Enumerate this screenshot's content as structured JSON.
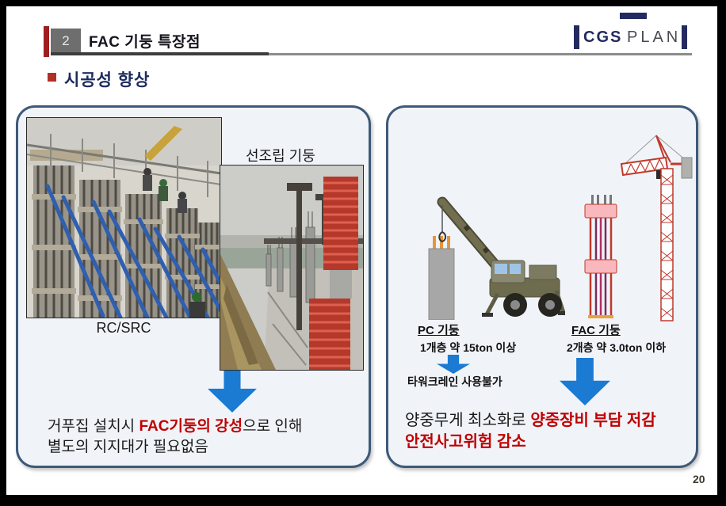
{
  "header": {
    "section_number": "2",
    "title": "FAC 기둥 특장점"
  },
  "logo": {
    "cgs": "CGS",
    "plan": "PLAN"
  },
  "section_heading": "시공성 향상",
  "left_panel": {
    "prefab_label": "선조립 기둥",
    "rc_src_label": "RC/SRC",
    "caption": {
      "part1": "거푸집 설치시 ",
      "highlight": "FAC기둥의 강성",
      "part2": "으로 인해",
      "line2": "별도의 지지대가 필요없음"
    }
  },
  "right_panel": {
    "pc": {
      "label": "PC 기둥",
      "weight": "1개층 약 15ton 이상",
      "note": "타워크레인 사용불가"
    },
    "fac": {
      "label": "FAC 기둥",
      "weight": "2개층 약 3.0ton 이하"
    },
    "caption": {
      "part1": "양중무게 최소화로 ",
      "highlight1": "양중장비 부담 저감",
      "highlight2": "안전사고위험 감소"
    }
  },
  "page_number": "20",
  "colors": {
    "accent_red": "#C00000",
    "arrow_blue": "#1B7AD2",
    "panel_border": "#3E5A78",
    "navy": "#1B2C5E"
  }
}
